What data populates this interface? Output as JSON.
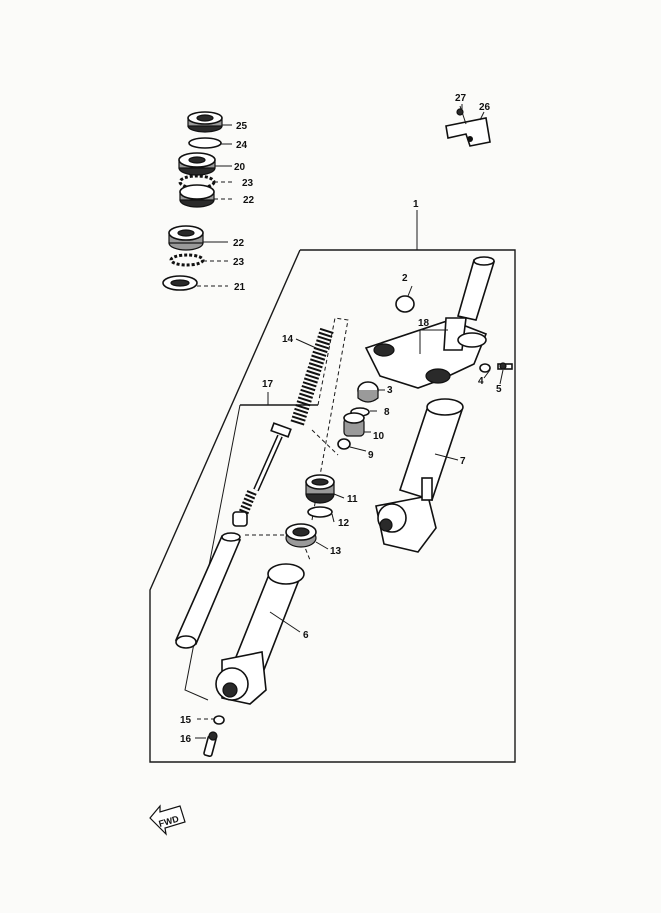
{
  "callouts": [
    {
      "id": "1",
      "text": "1"
    },
    {
      "id": "2",
      "text": "2"
    },
    {
      "id": "3",
      "text": "3"
    },
    {
      "id": "4",
      "text": "4"
    },
    {
      "id": "5",
      "text": "5"
    },
    {
      "id": "6",
      "text": "6"
    },
    {
      "id": "7",
      "text": "7"
    },
    {
      "id": "8",
      "text": "8"
    },
    {
      "id": "9",
      "text": "9"
    },
    {
      "id": "10",
      "text": "10"
    },
    {
      "id": "11",
      "text": "11"
    },
    {
      "id": "12",
      "text": "12"
    },
    {
      "id": "13",
      "text": "13"
    },
    {
      "id": "14",
      "text": "14"
    },
    {
      "id": "15",
      "text": "15"
    },
    {
      "id": "16",
      "text": "16"
    },
    {
      "id": "17",
      "text": "17"
    },
    {
      "id": "18",
      "text": "18"
    },
    {
      "id": "20",
      "text": "20"
    },
    {
      "id": "21",
      "text": "21"
    },
    {
      "id": "22a",
      "text": "22"
    },
    {
      "id": "22b",
      "text": "22"
    },
    {
      "id": "23a",
      "text": "23"
    },
    {
      "id": "23b",
      "text": "23"
    },
    {
      "id": "24",
      "text": "24"
    },
    {
      "id": "25",
      "text": "25"
    },
    {
      "id": "26",
      "text": "26"
    },
    {
      "id": "27",
      "text": "27"
    }
  ],
  "direction_marker": {
    "text": "FWD"
  }
}
